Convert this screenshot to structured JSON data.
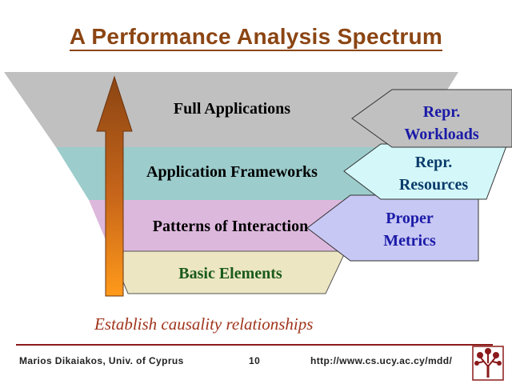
{
  "title": "A Performance Analysis Spectrum",
  "layers": [
    {
      "label": "Full Applications",
      "color": "#c0c0c0"
    },
    {
      "label": "Application Frameworks",
      "color": "#9ccccc"
    },
    {
      "label": "Patterns of Interaction",
      "color": "#ddb8dd"
    },
    {
      "label": "Basic Elements",
      "color": "#ece6c2",
      "text_color": "#1a5a1a"
    }
  ],
  "tags": [
    {
      "label": "Repr.\nWorkloads",
      "color": "#c0c0c0"
    },
    {
      "label": "Repr.\nResources",
      "color": "#d4f8fa"
    },
    {
      "label": "Proper\nMetrics",
      "color": "#c8c8f4"
    }
  ],
  "caption": "Establish causality relationships",
  "footer": {
    "author": "Marios Dikaiakos, Univ. of Cyprus",
    "page_number": "10",
    "url": "http://www.cs.ucy.ac.cy/mdd/"
  },
  "colors": {
    "title": "#8b4513",
    "tag_text": "#1a1aa8",
    "caption": "#a0341c",
    "arrow_top": "#8b4513",
    "arrow_bottom": "#ff9a1a"
  }
}
